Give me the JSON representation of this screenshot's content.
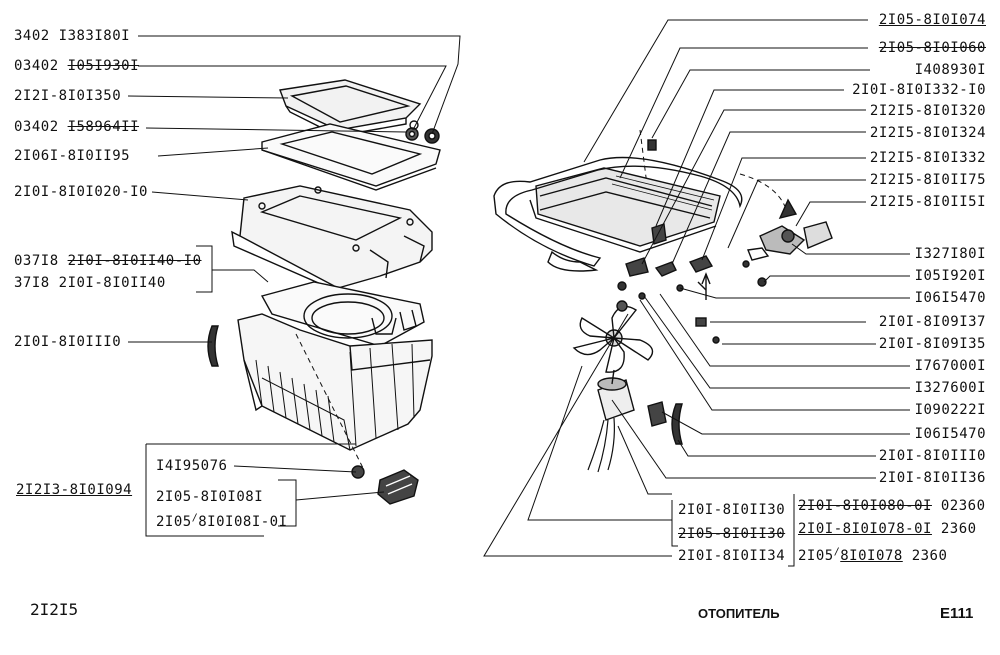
{
  "left_labels": [
    {
      "parts": [
        {
          "t": "3402  I383I80I"
        }
      ]
    },
    {
      "parts": [
        {
          "t": "03402  "
        },
        {
          "t": "I05I930I",
          "s": "strike"
        }
      ]
    },
    {
      "parts": [
        {
          "t": "2I2I-8I0I350"
        }
      ]
    },
    {
      "parts": [
        {
          "t": "03402  "
        },
        {
          "t": "I58964II",
          "s": "strike"
        }
      ]
    },
    {
      "parts": [
        {
          "t": "2I06I-8I0II95"
        }
      ]
    },
    {
      "parts": [
        {
          "t": "2I0I-8I0I020-I0"
        }
      ]
    },
    {
      "parts": [
        {
          "t": "037I8  "
        },
        {
          "t": "2I0I-8I0II40-I0",
          "s": "strike"
        }
      ]
    },
    {
      "parts": [
        {
          "t": "37I8    2I0I-8I0II40"
        }
      ]
    },
    {
      "parts": [
        {
          "t": "2I0I-8I0III0"
        }
      ]
    },
    {
      "parts": [
        {
          "t": "I4I95076"
        }
      ]
    },
    {
      "parts": [
        {
          "t": "2I2I3-8I0I094",
          "s": "ul"
        }
      ]
    },
    {
      "parts": [
        {
          "t": "2I05-8I0I08I"
        }
      ]
    },
    {
      "parts": [
        {
          "t": "2I05"
        },
        {
          "t": "/",
          "s": "sup"
        },
        {
          "t": "8I0I08I-0I"
        }
      ]
    }
  ],
  "right_labels": [
    {
      "parts": [
        {
          "t": "2I05-8I0I074",
          "s": "ul"
        }
      ]
    },
    {
      "parts": [
        {
          "t": "2I05-8I0I060",
          "s": "strike"
        }
      ]
    },
    {
      "parts": [
        {
          "t": "I408930I"
        }
      ]
    },
    {
      "parts": [
        {
          "t": "2I0I-8I0I332-I0"
        }
      ]
    },
    {
      "parts": [
        {
          "t": "2I2I5-8I0I320"
        }
      ]
    },
    {
      "parts": [
        {
          "t": "2I2I5-8I0I324"
        }
      ]
    },
    {
      "parts": [
        {
          "t": "2I2I5-8I0I332"
        }
      ]
    },
    {
      "parts": [
        {
          "t": "2I2I5-8I0II75"
        }
      ]
    },
    {
      "parts": [
        {
          "t": "2I2I5-8I0II5I"
        }
      ]
    },
    {
      "parts": [
        {
          "t": "I327I80I"
        }
      ]
    },
    {
      "parts": [
        {
          "t": "I05I920I"
        }
      ]
    },
    {
      "parts": [
        {
          "t": "I06I5470"
        }
      ]
    },
    {
      "parts": [
        {
          "t": "2I0I-8I09I37"
        }
      ]
    },
    {
      "parts": [
        {
          "t": "2I0I-8I09I35"
        }
      ]
    },
    {
      "parts": [
        {
          "t": "I767000I"
        }
      ]
    },
    {
      "parts": [
        {
          "t": "I327600I"
        }
      ]
    },
    {
      "parts": [
        {
          "t": "I090222I"
        }
      ]
    },
    {
      "parts": [
        {
          "t": "I06I5470"
        }
      ]
    },
    {
      "parts": [
        {
          "t": "2I0I-8I0III0"
        }
      ]
    },
    {
      "parts": [
        {
          "t": "2I0I-8I0II36"
        }
      ]
    }
  ],
  "bottom_labels": [
    {
      "parts": [
        {
          "t": "2I0I-8I0II30"
        }
      ]
    },
    {
      "parts": [
        {
          "t": "2I05-8I0II30",
          "s": "strike"
        }
      ]
    },
    {
      "parts": [
        {
          "t": "2I0I-8I0II34"
        }
      ]
    },
    {
      "parts": [
        {
          "t": "2I0I-8I0I080-0I",
          "s": "strike"
        },
        {
          "t": "  02360"
        }
      ]
    },
    {
      "parts": [
        {
          "t": "2I0I-8I0I078-0I",
          "s": "ul"
        },
        {
          "t": "   2360"
        }
      ]
    },
    {
      "parts": [
        {
          "t": "2I05"
        },
        {
          "t": "/",
          "s": "sup"
        },
        {
          "t": "8I0I078",
          "s": "ul"
        },
        {
          "t": "      2360"
        }
      ]
    }
  ],
  "footer": {
    "model": "2I2I5",
    "title": "ОТОПИТЕЛЬ",
    "page": "E111"
  }
}
